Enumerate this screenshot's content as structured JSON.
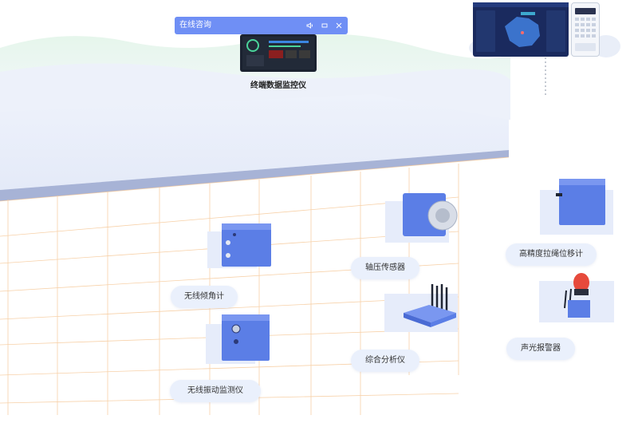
{
  "chat_popup": {
    "title": "在线咨询",
    "icons": [
      "speaker-icon",
      "minimize-icon",
      "close-icon"
    ]
  },
  "monitor": {
    "label": "终端数据监控仪"
  },
  "devices": [
    {
      "id": "tilt",
      "label": "无线倾角计"
    },
    {
      "id": "vibration",
      "label": "无线振动监测仪"
    },
    {
      "id": "axial",
      "label": "轴压传感器"
    },
    {
      "id": "analyzer",
      "label": "综合分析仪"
    },
    {
      "id": "rope",
      "label": "高精度拉绳位移计"
    },
    {
      "id": "alarm",
      "label": "声光报警器"
    }
  ],
  "colors": {
    "accent": "#6f8ff5",
    "device_blue": "#5b7ee6",
    "grid_line": "#f6c99a",
    "label_bg": "#eaf0fc"
  }
}
